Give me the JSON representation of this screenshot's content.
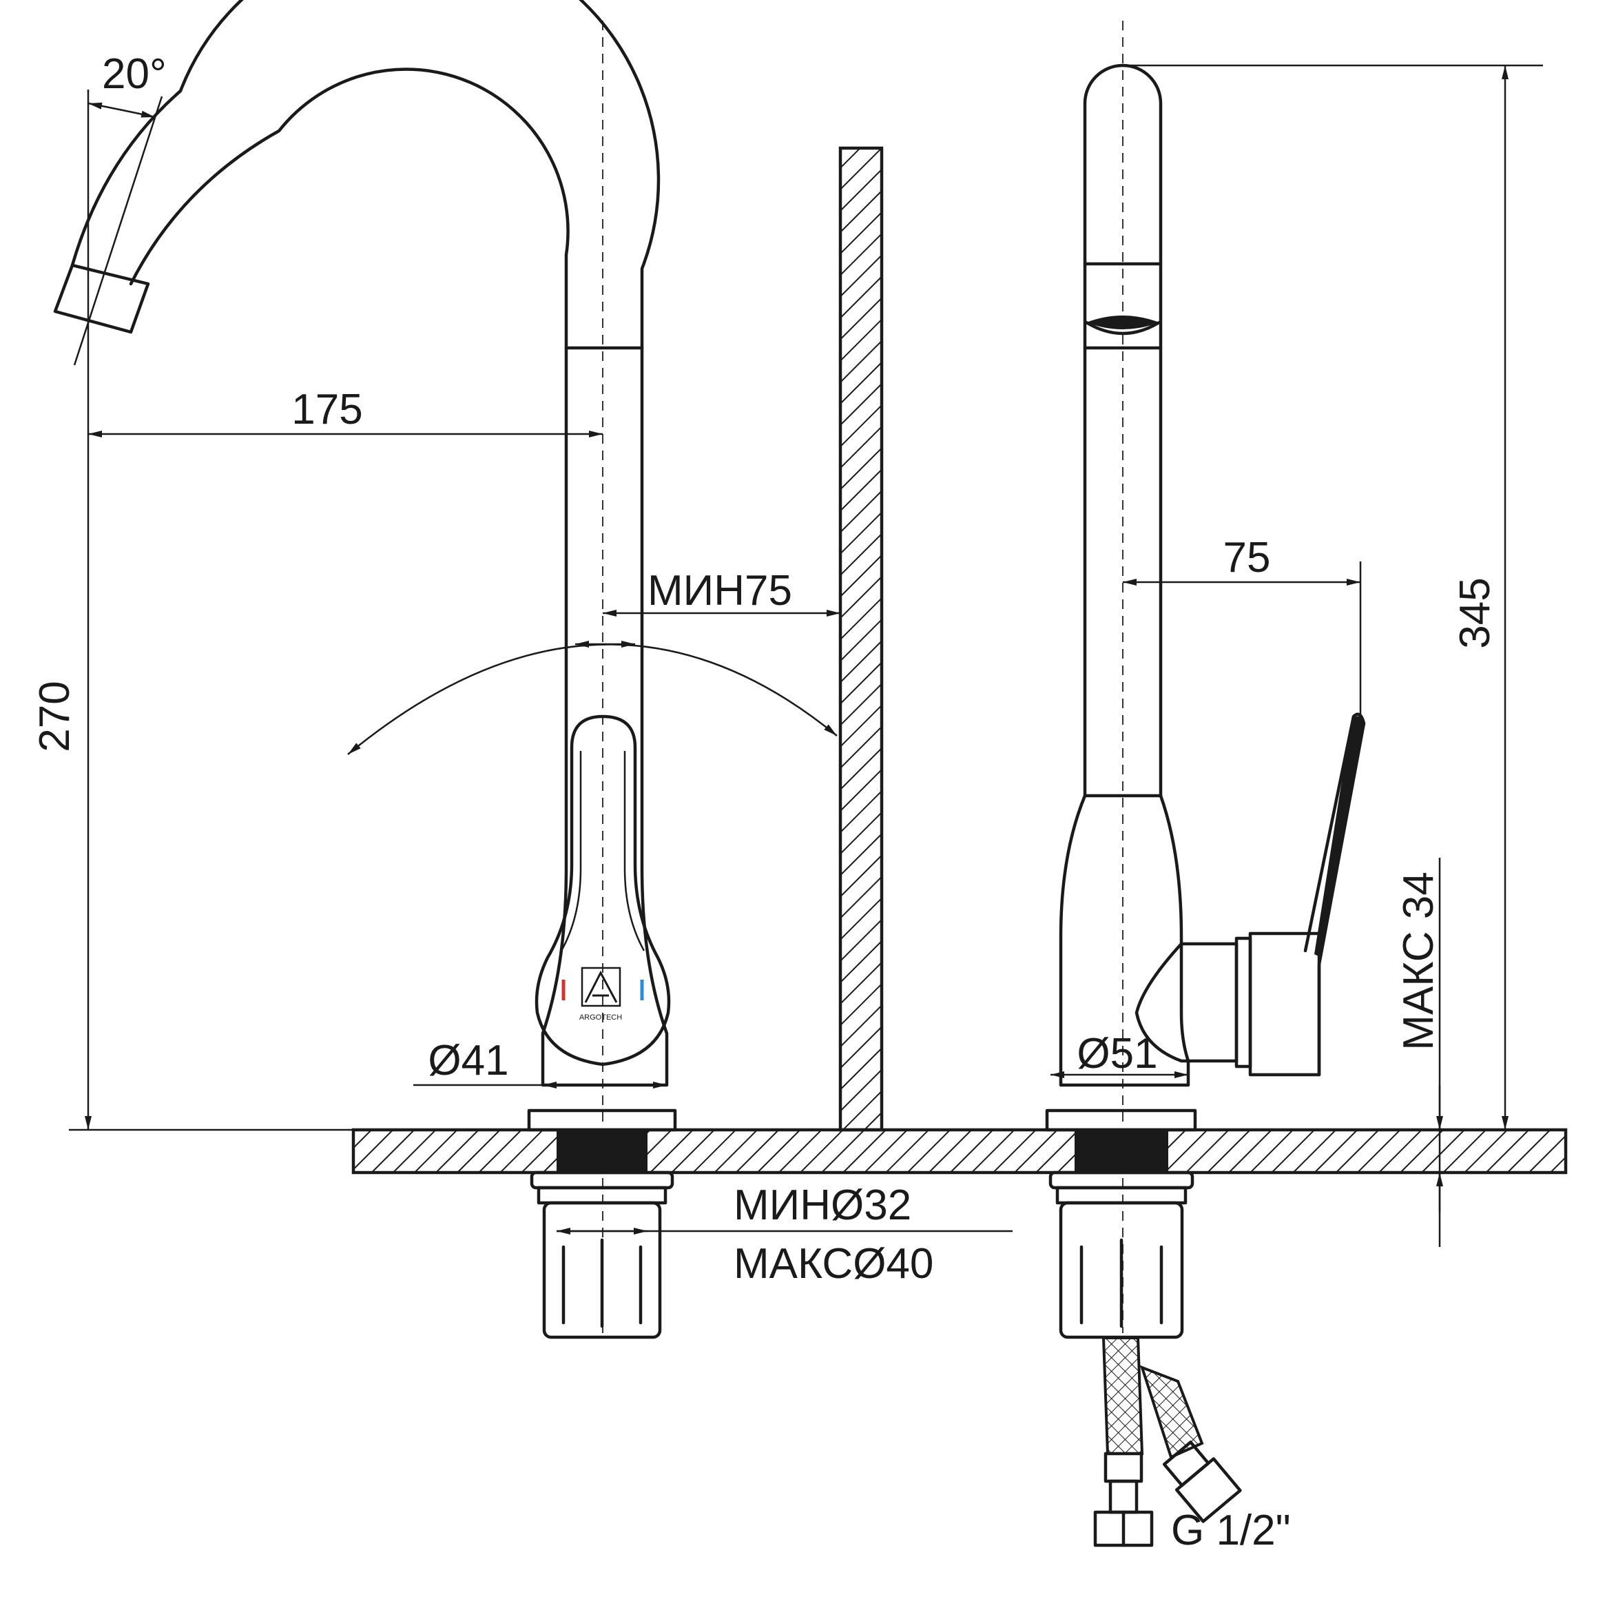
{
  "dimensions": {
    "angle": "20°",
    "spout_reach": "175",
    "height_left": "270",
    "min_wall": "МИН75",
    "lever_reach": "75",
    "height_right": "345",
    "body_dia_left": "Ø41",
    "body_dia_right": "Ø51",
    "max_thickness": "МАКС 34",
    "hole_min": "МИНØ32",
    "hole_max": "МАКСØ40",
    "thread": "G 1/2\""
  },
  "colors": {
    "line": "#1a1a1a",
    "hot_mark": "#d0342c",
    "cold_mark": "#2a8fd6"
  },
  "icons": {
    "brand_logo": "logo-icon"
  }
}
